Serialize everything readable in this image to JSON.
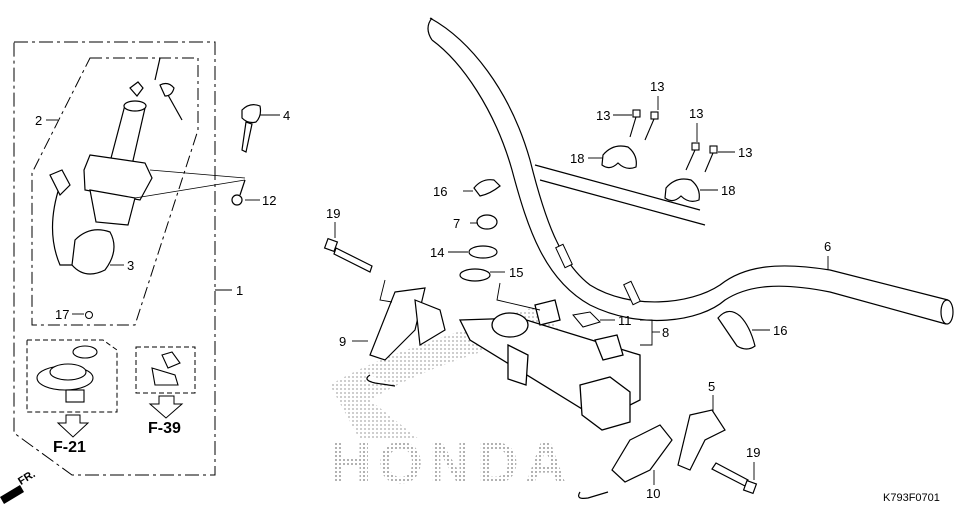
{
  "diagram": {
    "title_code": "K793F0701",
    "watermark": "HONDA",
    "direction_label": "FR.",
    "references": [
      {
        "label": "F-21"
      },
      {
        "label": "F-39"
      }
    ],
    "callouts": [
      {
        "id": "c1",
        "label": "1"
      },
      {
        "id": "c2",
        "label": "2"
      },
      {
        "id": "c3",
        "label": "3"
      },
      {
        "id": "c4",
        "label": "4"
      },
      {
        "id": "c12",
        "label": "12"
      },
      {
        "id": "c17",
        "label": "17"
      },
      {
        "id": "c19a",
        "label": "19"
      },
      {
        "id": "c9",
        "label": "9"
      },
      {
        "id": "c16a",
        "label": "16"
      },
      {
        "id": "c7",
        "label": "7"
      },
      {
        "id": "c14",
        "label": "14"
      },
      {
        "id": "c15",
        "label": "15"
      },
      {
        "id": "c11",
        "label": "11"
      },
      {
        "id": "c8",
        "label": "8"
      },
      {
        "id": "c13a",
        "label": "13"
      },
      {
        "id": "c13b",
        "label": "13"
      },
      {
        "id": "c13c",
        "label": "13"
      },
      {
        "id": "c13d",
        "label": "13"
      },
      {
        "id": "c18a",
        "label": "18"
      },
      {
        "id": "c18b",
        "label": "18"
      },
      {
        "id": "c6",
        "label": "6"
      },
      {
        "id": "c16b",
        "label": "16"
      },
      {
        "id": "c5",
        "label": "5"
      },
      {
        "id": "c19b",
        "label": "19"
      },
      {
        "id": "c10",
        "label": "10"
      }
    ]
  }
}
